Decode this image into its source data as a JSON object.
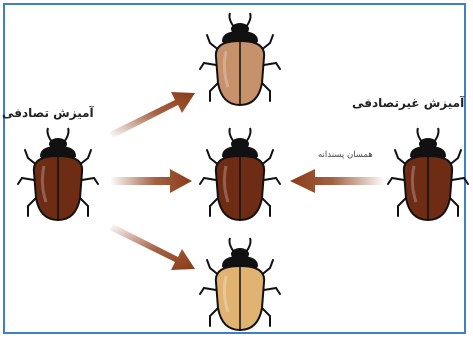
{
  "labels": {
    "random_mating": "آمیزش تصادفی",
    "nonrandom_mating": "آمیزش غیرتصادفی",
    "assortative": "همسان پسندانه"
  },
  "colors": {
    "frame_border": "#3f7fc4",
    "arrow": "#8b3a16",
    "beetle_dark": "#6e2c15",
    "beetle_medium": "#c7916c",
    "beetle_light": "#e1b372",
    "beetle_head": "#111111"
  },
  "beetles": [
    {
      "id": "source-left",
      "shell": "dark"
    },
    {
      "id": "offspring-top",
      "shell": "medium"
    },
    {
      "id": "offspring-middle",
      "shell": "dark"
    },
    {
      "id": "offspring-bottom",
      "shell": "light"
    },
    {
      "id": "source-right",
      "shell": "dark"
    }
  ]
}
